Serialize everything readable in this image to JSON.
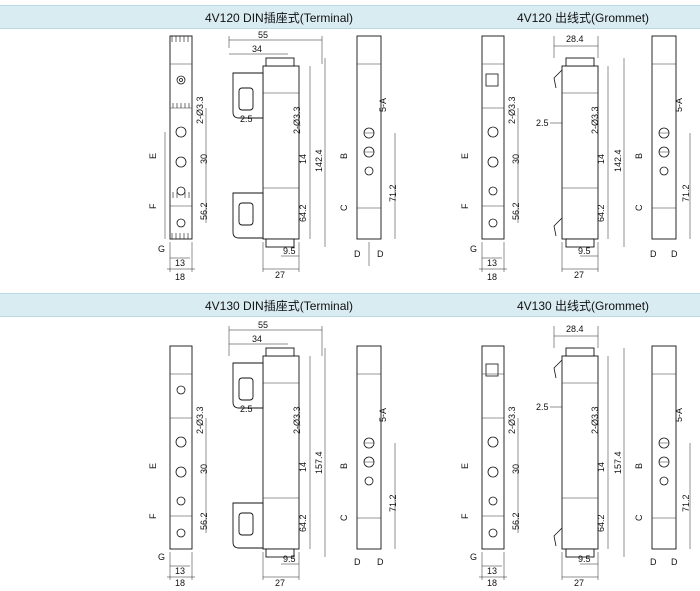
{
  "sections": [
    {
      "left_title": "4V120 DIN插座式(Terminal)",
      "right_title": "4V120 出线式(Grommet)",
      "dims": {
        "w55": "55",
        "w34": "34",
        "w28": "28.4",
        "d25": "2.5",
        "d33": "2-Ø3.3",
        "d30": "30",
        "d562": "56.2",
        "d14": "14",
        "d642": "64.2",
        "d95": "9.5",
        "d27": "27",
        "dlen": "142.4",
        "d712": "71.2",
        "d5a": "5-A",
        "d13": "13",
        "d18": "18"
      },
      "labels": {
        "E": "E",
        "F": "F",
        "G": "G",
        "B": "B",
        "C": "C",
        "D": "D"
      }
    },
    {
      "left_title": "4V130 DIN插座式(Terminal)",
      "right_title": "4V130 出线式(Grommet)",
      "dims": {
        "w55": "55",
        "w34": "34",
        "w28": "28.4",
        "d25": "2.5",
        "d33": "2-Ø3.3",
        "d30": "30",
        "d562": "56.2",
        "d14": "14",
        "d642": "64.2",
        "d95": "9.5",
        "d27": "27",
        "dlen": "157.4",
        "d712": "71.2",
        "d5a": "5-A",
        "d13": "13",
        "d18": "18"
      },
      "labels": {
        "E": "E",
        "F": "F",
        "G": "G",
        "B": "B",
        "C": "C",
        "D": "D"
      }
    }
  ]
}
